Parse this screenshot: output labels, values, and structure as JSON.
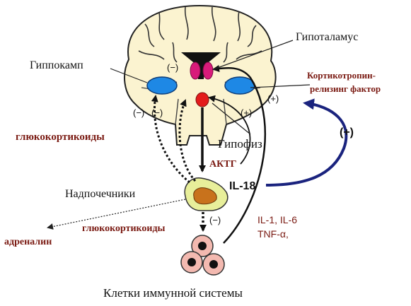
{
  "labels": {
    "hypothalamus": "Гипоталамус",
    "hippocampus": "Гиппокамп",
    "crh_line1": "Кортикотропин-",
    "crh_line2": "релизинг фактор",
    "glucocorticoids_left": "глюкокортикоиды",
    "pituitary": "Гипофиз",
    "acth": "АКТГ",
    "adrenals": "Надпочечники",
    "il18": "IL-18",
    "glucocorticoids_bottom": "глюкокортикоиды",
    "adrenaline": "адреналин",
    "cytokines_line1": "IL-1, IL-6",
    "cytokines_line2": "TNF-α,",
    "immune_cells": "Клетки иммунной системы"
  },
  "signs": {
    "minus_top": "(−)",
    "minus_left1": "(−)",
    "minus_left2": "(−)",
    "plus_right1": "(+)",
    "plus_right2": "(+)",
    "plus_big": "(+)",
    "minus_adrenal": "(−)"
  },
  "colors": {
    "brain_fill": "#fbf3d0",
    "hippocampus_fill": "#1e88e5",
    "hypothalamus_fill": "#d81b7a",
    "pituitary_fill": "#e31b1b",
    "adrenal_outer": "#e8ef9a",
    "adrenal_inner": "#c8721c",
    "cell_fill": "#f3b9b0",
    "dark_red_text": "#7a1a12",
    "navy_arrow": "#1a237e"
  }
}
